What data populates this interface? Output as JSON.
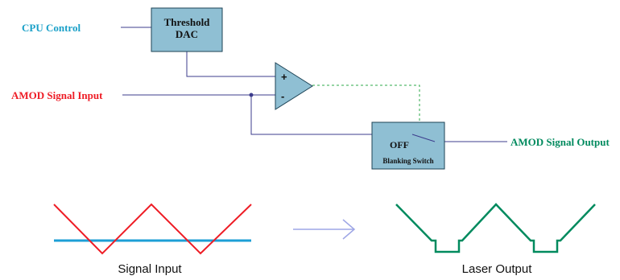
{
  "labels": {
    "cpu_control": "CPU Control",
    "amod_input": "AMOD Signal Input",
    "amod_output": "AMOD Signal Output",
    "dac_line1": "Threshold",
    "dac_line2": "DAC",
    "plus": "+",
    "minus": "-",
    "switch_state": "OFF",
    "switch_name": "Blanking Switch",
    "signal_input_caption": "Signal Input",
    "laser_output_caption": "Laser Output"
  },
  "colors": {
    "cpu_control": "#1aa0c8",
    "amod_input": "#ee1c25",
    "amod_output": "#008a5e",
    "block_fill": "#8fbfd3",
    "wire": "#3c3c8c",
    "dashed": "#2eaa4a",
    "threshold_line": "#1c9fd6",
    "input_wave": "#ee1c25",
    "output_wave": "#008a5e",
    "arrow": "#9ea6e6"
  },
  "icons": {
    "comparator": "op-amp-triangle",
    "arrow": "right-open-arrow-icon"
  }
}
